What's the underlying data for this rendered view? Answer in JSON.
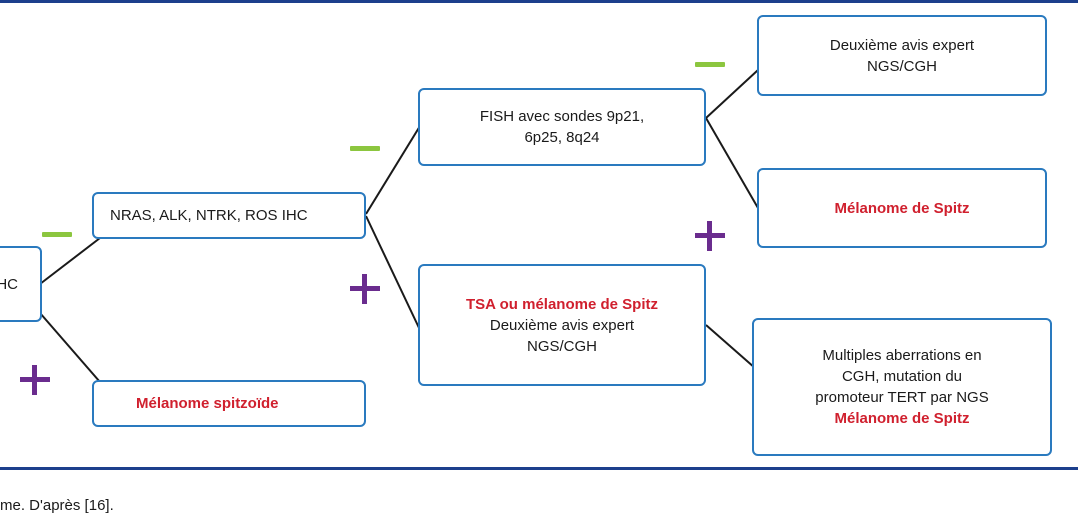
{
  "colors": {
    "box_border": "#2a7abf",
    "rule": "#1c3f8c",
    "negative": "#8cc63f",
    "positive": "#6a2c8e",
    "diagnosis_red": "#d0202e"
  },
  "boxes": {
    "root": {
      "line1": "HC"
    },
    "ihc_panel": {
      "line1": "NRAS, ALK, NTRK, ROS IHC"
    },
    "spitzoid": {
      "line1": "Mélanome spitzoïde"
    },
    "fish": {
      "line1": "FISH avec sondes 9p21,",
      "line2": "6p25, 8q24"
    },
    "tsa": {
      "line1": "TSA ou mélanome de Spitz",
      "line2": "Deuxième avis expert",
      "line3": "NGS/CGH"
    },
    "expert": {
      "line1": "Deuxième avis expert",
      "line2": "NGS/CGH"
    },
    "spitz1": {
      "line1": "Mélanome de Spitz"
    },
    "aberrations": {
      "line1": "Multiples aberrations en",
      "line2": "CGH, mutation du",
      "line3": "promoteur TERT par NGS",
      "line4": "Mélanome de Spitz"
    }
  },
  "signs": {
    "negative_icon": "minus-sign",
    "positive_icon": "plus-sign"
  },
  "caption": "me. D'après [16]."
}
